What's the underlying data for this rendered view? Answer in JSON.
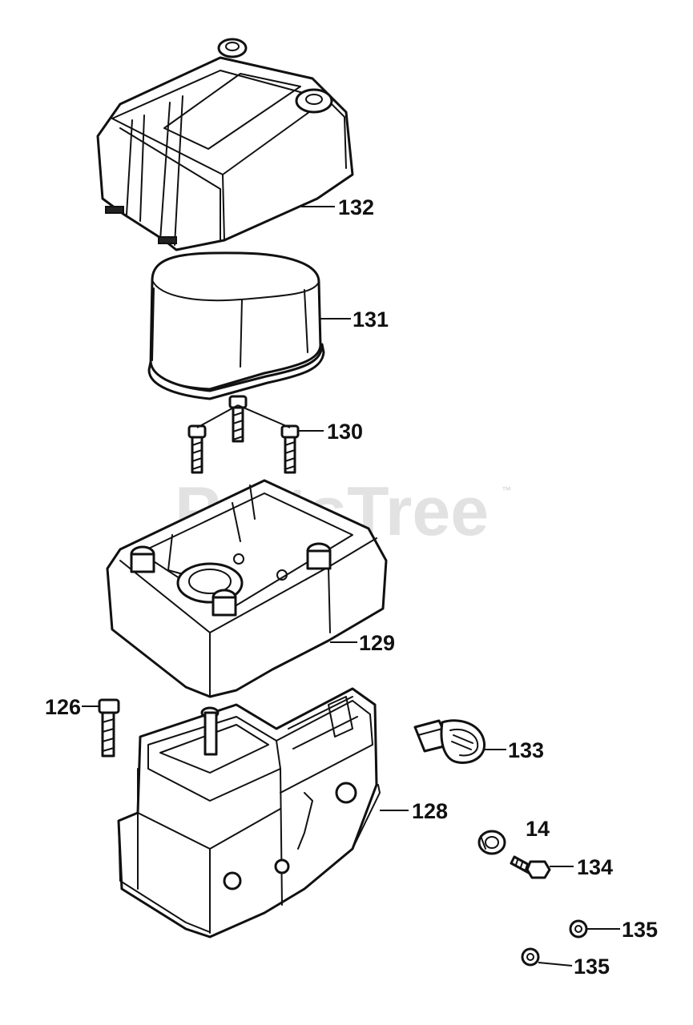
{
  "watermark": {
    "text": "PartsTree",
    "trademark": "™"
  },
  "callouts": [
    {
      "id": "132",
      "label": "132"
    },
    {
      "id": "131",
      "label": "131"
    },
    {
      "id": "130",
      "label": "130"
    },
    {
      "id": "129",
      "label": "129"
    },
    {
      "id": "126",
      "label": "126"
    },
    {
      "id": "133",
      "label": "133"
    },
    {
      "id": "128",
      "label": "128"
    },
    {
      "id": "14",
      "label": "14"
    },
    {
      "id": "134",
      "label": "134"
    },
    {
      "id": "135a",
      "label": "135"
    },
    {
      "id": "135b",
      "label": "135"
    }
  ]
}
